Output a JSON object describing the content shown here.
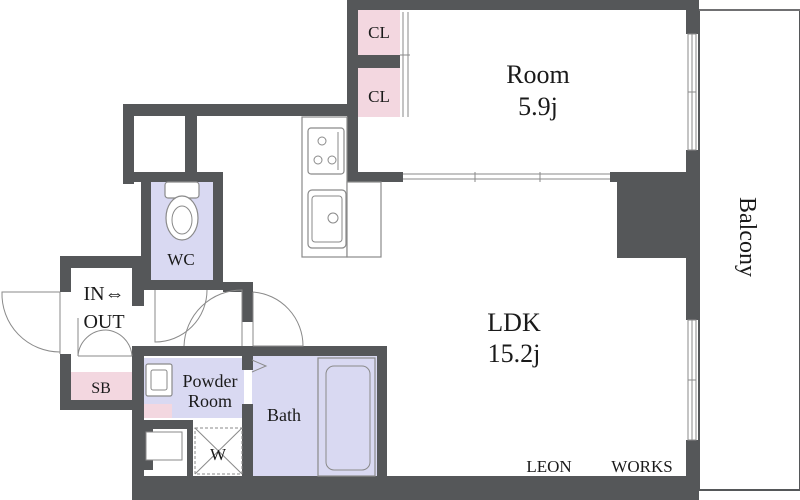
{
  "rooms": {
    "room": {
      "name": "Room",
      "area": "5.9j"
    },
    "ldk": {
      "name": "LDK",
      "area": "15.2j"
    },
    "closet_top": {
      "name": "CL"
    },
    "closet_bottom": {
      "name": "CL"
    },
    "wc": {
      "name": "WC"
    },
    "entrance": {
      "line1": "IN⇔",
      "line2": "OUT"
    },
    "shoe_box": {
      "name": "SB"
    },
    "powder_room": {
      "line1": "Powder",
      "line2": "Room"
    },
    "bath": {
      "name": "Bath"
    },
    "washer": {
      "name": "W"
    },
    "balcony": {
      "name": "Balcony"
    }
  },
  "brand": {
    "left": "LEON",
    "right": "WORKS"
  },
  "colors": {
    "wall": "#555759",
    "closet": "#f3d7e0",
    "wet_area": "#d9d9f2",
    "shoe_box": "#f3d7e0"
  }
}
